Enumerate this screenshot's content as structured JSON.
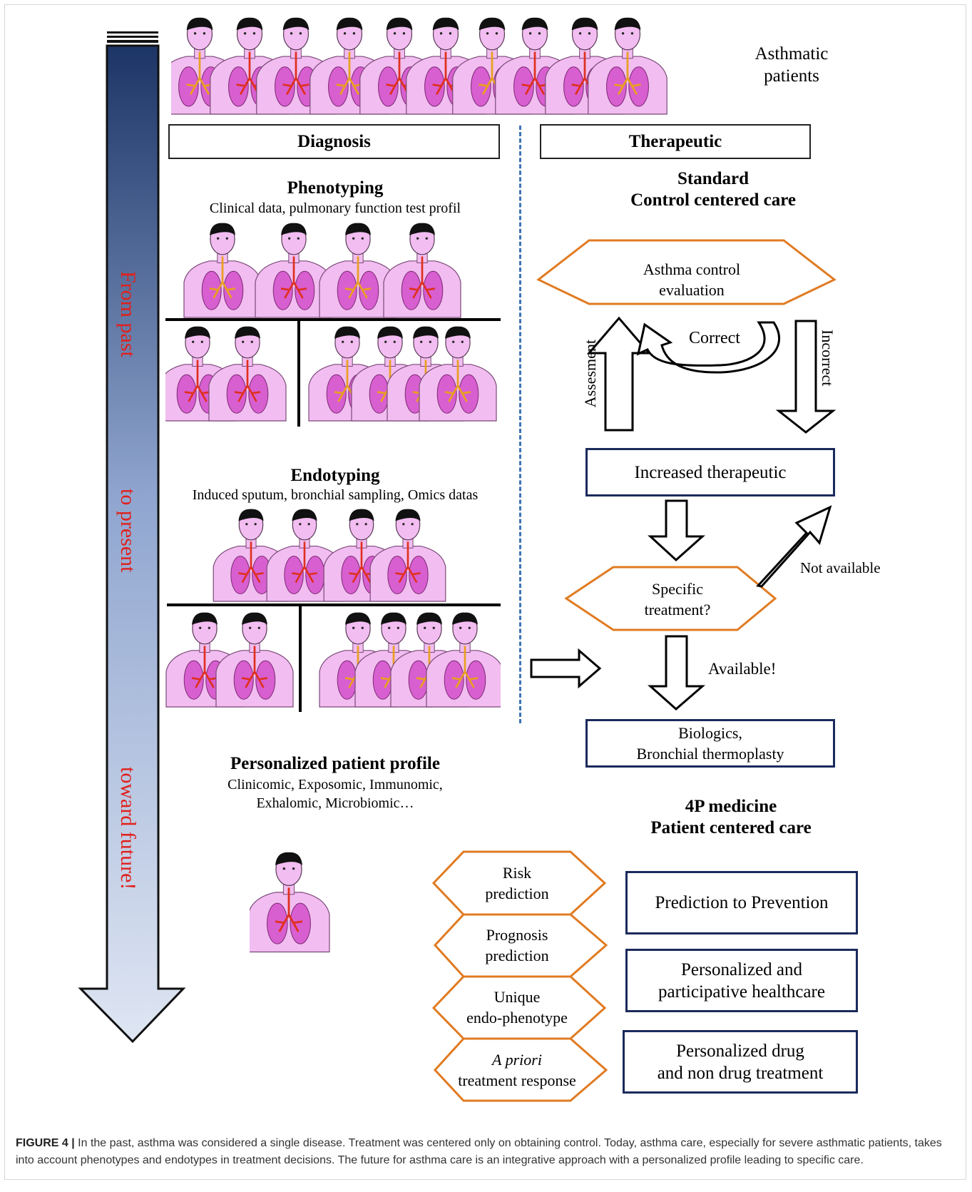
{
  "header": {
    "asthmatic_patients": [
      "Asthmatic",
      "patients"
    ]
  },
  "timeline": {
    "label_past": "From past",
    "label_present": "to present",
    "label_future": "toward future!"
  },
  "diagnosis": {
    "header": "Diagnosis",
    "phenotyping_title": "Phenotyping",
    "phenotyping_sub": "Clinical data, pulmonary  function test profil",
    "endotyping_title": "Endotyping",
    "endotyping_sub": "Induced  sputum, bronchial sampling, Omics datas",
    "profile_title": "Personalized patient profile",
    "profile_sub": [
      "Clinicomic, Exposomic, Immunomic,",
      "Exhalomic, Microbiomic…"
    ]
  },
  "therapeutic": {
    "header": "Therapeutic",
    "standard_title": [
      "Standard",
      "Control centered care"
    ],
    "control_eval": [
      "Asthma control",
      "evaluation"
    ],
    "correct": "Correct",
    "assesment": "Assesment",
    "incorrect": "Incorrect",
    "increased": "Increased therapeutic",
    "specific": [
      "Specific",
      "treatment?"
    ],
    "not_available": "Not available",
    "available": "Available!",
    "biologics": [
      "Biologics,",
      "Bronchial thermoplasty"
    ],
    "fourp_title": [
      "4P medicine",
      "Patient centered care"
    ]
  },
  "predictions": [
    {
      "line1": "Risk",
      "line2": "prediction",
      "italic1": false
    },
    {
      "line1": "Prognosis",
      "line2": "prediction",
      "italic1": false
    },
    {
      "line1": "Unique",
      "line2": "endo-phenotype",
      "italic1": false
    },
    {
      "line1": "A priori",
      "line2": "treatment response",
      "italic1": true
    }
  ],
  "outcomes": [
    [
      "Prediction to Prevention"
    ],
    [
      "Personalized and",
      "participative  healthcare"
    ],
    [
      "Personalized drug",
      "and non drug treatment"
    ]
  ],
  "caption": {
    "label": "FIGURE 4 |",
    "text": " In the past, asthma was considered a single disease. Treatment was centered only on obtaining control. Today, asthma care, especially for severe asthmatic patients, takes into account phenotypes and endotypes in treatment decisions. The future for asthma care is an integrative approach with a personalized profile leading to specific care."
  },
  "colors": {
    "hex_orange": "#e07b22",
    "box_navy": "#1b2a5c",
    "timeline_red": "#e0201b",
    "skin_pink": "#f2bdf0",
    "lung_magenta": "#d85fd0"
  }
}
